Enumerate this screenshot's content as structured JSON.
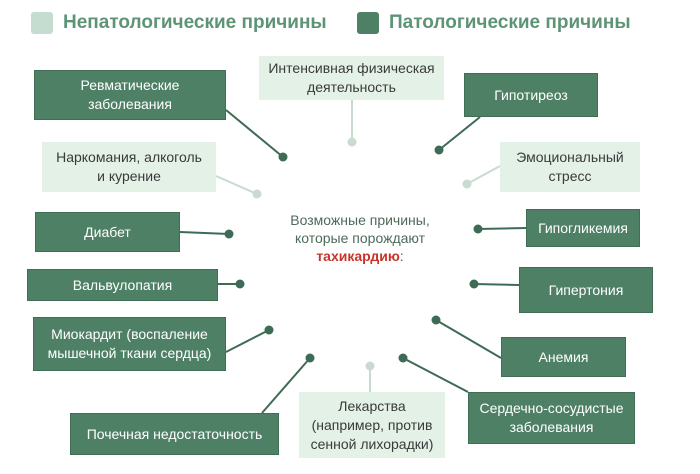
{
  "legend": {
    "non_pathological": {
      "label": "Непатологические причины",
      "color": "#c4ddd0"
    },
    "pathological": {
      "label": "Патологические причины",
      "color": "#4e8065"
    }
  },
  "center": {
    "line1": "Возможные причины,",
    "line2": "которые порождают",
    "highlight": "тахикардию",
    "suffix": ":"
  },
  "causes": {
    "rheumatic": {
      "line1": "Ревматические",
      "line2": "заболевания"
    },
    "physical_activity": {
      "line1": "Интенсивная физическая",
      "line2": "деятельность"
    },
    "hypothyroidism": {
      "label": "Гипотиреоз"
    },
    "drugs": {
      "line1": "Наркомания, алкоголь",
      "line2": "и курение"
    },
    "emotional_stress": {
      "line1": "Эмоциональный",
      "line2": "стресс"
    },
    "diabetes": {
      "label": "Диабет"
    },
    "hypoglycemia": {
      "label": "Гипогликемия"
    },
    "valvulopathy": {
      "label": "Вальвулопатия"
    },
    "hypertension": {
      "label": "Гипертония"
    },
    "myocarditis": {
      "line1": "Миокардит (воспаление",
      "line2": "мышечной ткани сердца)"
    },
    "anemia": {
      "label": "Анемия"
    },
    "medications": {
      "line1": "Лекарства",
      "line2": "(например, против",
      "line3": "сенной лихорадки)"
    },
    "cardiovascular": {
      "line1": "Сердечно-сосудистые",
      "line2": "заболевания"
    },
    "kidney_failure": {
      "label": "Почечная недостаточность"
    }
  }
}
